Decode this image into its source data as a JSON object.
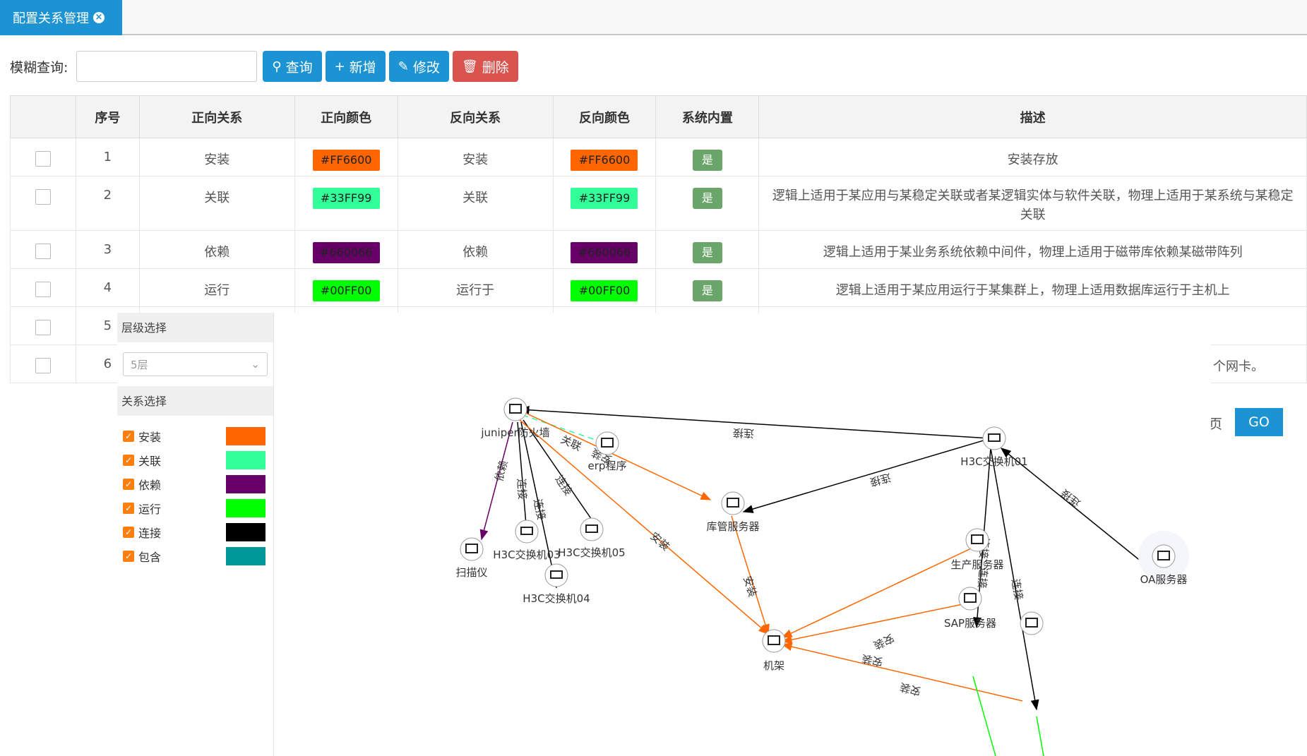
{
  "tab": {
    "title": "配置关系管理"
  },
  "toolbar": {
    "search_label": "模糊查询:",
    "search_value": "",
    "query": "查询",
    "add": "新增",
    "edit": "修改",
    "delete": "删除"
  },
  "table": {
    "headers": [
      "序号",
      "正向关系",
      "正向颜色",
      "反向关系",
      "反向颜色",
      "系统内置",
      "描述"
    ],
    "rows": [
      {
        "no": "1",
        "fwd": "安装",
        "fwd_color": "#FF6600",
        "rev": "安装",
        "rev_color": "#FF6600",
        "builtin": "是",
        "desc": "安装存放"
      },
      {
        "no": "2",
        "fwd": "关联",
        "fwd_color": "#33FF99",
        "rev": "关联",
        "rev_color": "#33FF99",
        "builtin": "是",
        "desc": "逻辑上适用于某应用与某稳定关联或者某逻辑实体与软件关联，物理上适用于某系统与某稳定关联"
      },
      {
        "no": "3",
        "fwd": "依赖",
        "fwd_color": "#660066",
        "rev": "依赖",
        "rev_color": "#660066",
        "builtin": "是",
        "desc": "逻辑上适用于某业务系统依赖中间件，物理上适用于磁带库依赖某磁带阵列"
      },
      {
        "no": "4",
        "fwd": "运行",
        "fwd_color": "#00FF00",
        "rev": "运行于",
        "rev_color": "#00FF00",
        "builtin": "是",
        "desc": "逻辑上适用于某应用运行于某集群上，物理上适用数据库运行于主机上"
      },
      {
        "no": "5"
      },
      {
        "no": "6",
        "desc_tail": "个网卡。"
      }
    ]
  },
  "pager": {
    "page_suffix": "页",
    "go": "GO"
  },
  "panel": {
    "level_title": "层级选择",
    "level_value": "5层",
    "relation_title": "关系选择",
    "relations": [
      {
        "name": "安装",
        "color": "#FF6600"
      },
      {
        "name": "关联",
        "color": "#33FF99"
      },
      {
        "name": "依赖",
        "color": "#660066"
      },
      {
        "name": "运行",
        "color": "#00FF00"
      },
      {
        "name": "连接",
        "color": "#000000"
      },
      {
        "name": "包含",
        "color": "#009999"
      }
    ]
  },
  "graph": {
    "nodes": {
      "juniper": "juniper防火墙",
      "h3c01": "H3C交换机01",
      "erp": "erp程序",
      "kuguan": "库管服务器",
      "saomiao": "扫描仪",
      "h3c03": "H3C交换机03",
      "h3c05": "H3C交换机05",
      "h3c04": "H3C交换机04",
      "oa": "OA服务器",
      "shengchan": "生产服务器",
      "jijia": "机架",
      "sap": "SAP服务器"
    },
    "edge_labels": {
      "connect": "连接",
      "install": "安装",
      "relate": "关联",
      "depend": "依赖"
    }
  }
}
